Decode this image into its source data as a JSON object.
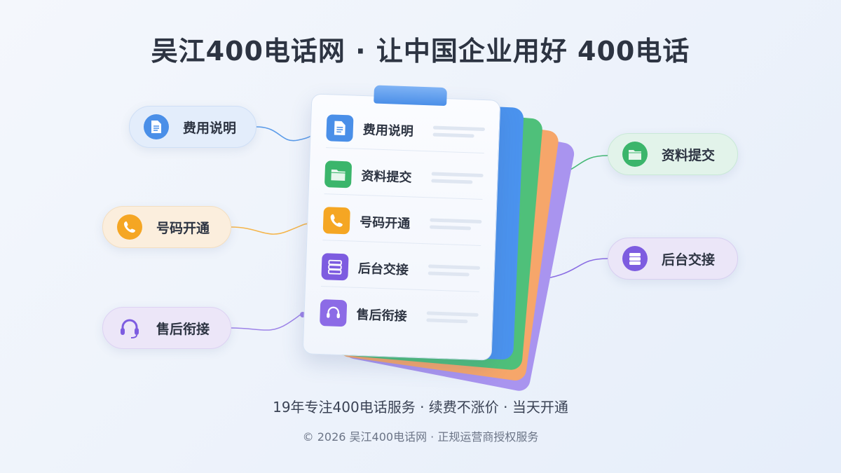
{
  "title": "吴江400电话网 · 让中国企业用好 400电话",
  "side_items": {
    "fee": "费用说明",
    "number": "号码开通",
    "after_sales": "售后衔接",
    "data_submit": "资料提交",
    "backend": "后台交接"
  },
  "card_items": [
    {
      "label": "费用说明",
      "icon": "document-icon"
    },
    {
      "label": "资料提交",
      "icon": "folder-icon"
    },
    {
      "label": "号码开通",
      "icon": "phone-icon"
    },
    {
      "label": "后台交接",
      "icon": "server-icon"
    },
    {
      "label": "售后衔接",
      "icon": "headset-icon"
    }
  ],
  "tagline": "19年专注400电话服务 · 续费不涨价 · 当天开通",
  "copyright": "© 2026 吴江400电话网 · 正规运营商授权服务",
  "colors": {
    "blue": "#4a8fe8",
    "green": "#3bb56b",
    "orange": "#f5a623",
    "purple": "#7d5ce0"
  }
}
